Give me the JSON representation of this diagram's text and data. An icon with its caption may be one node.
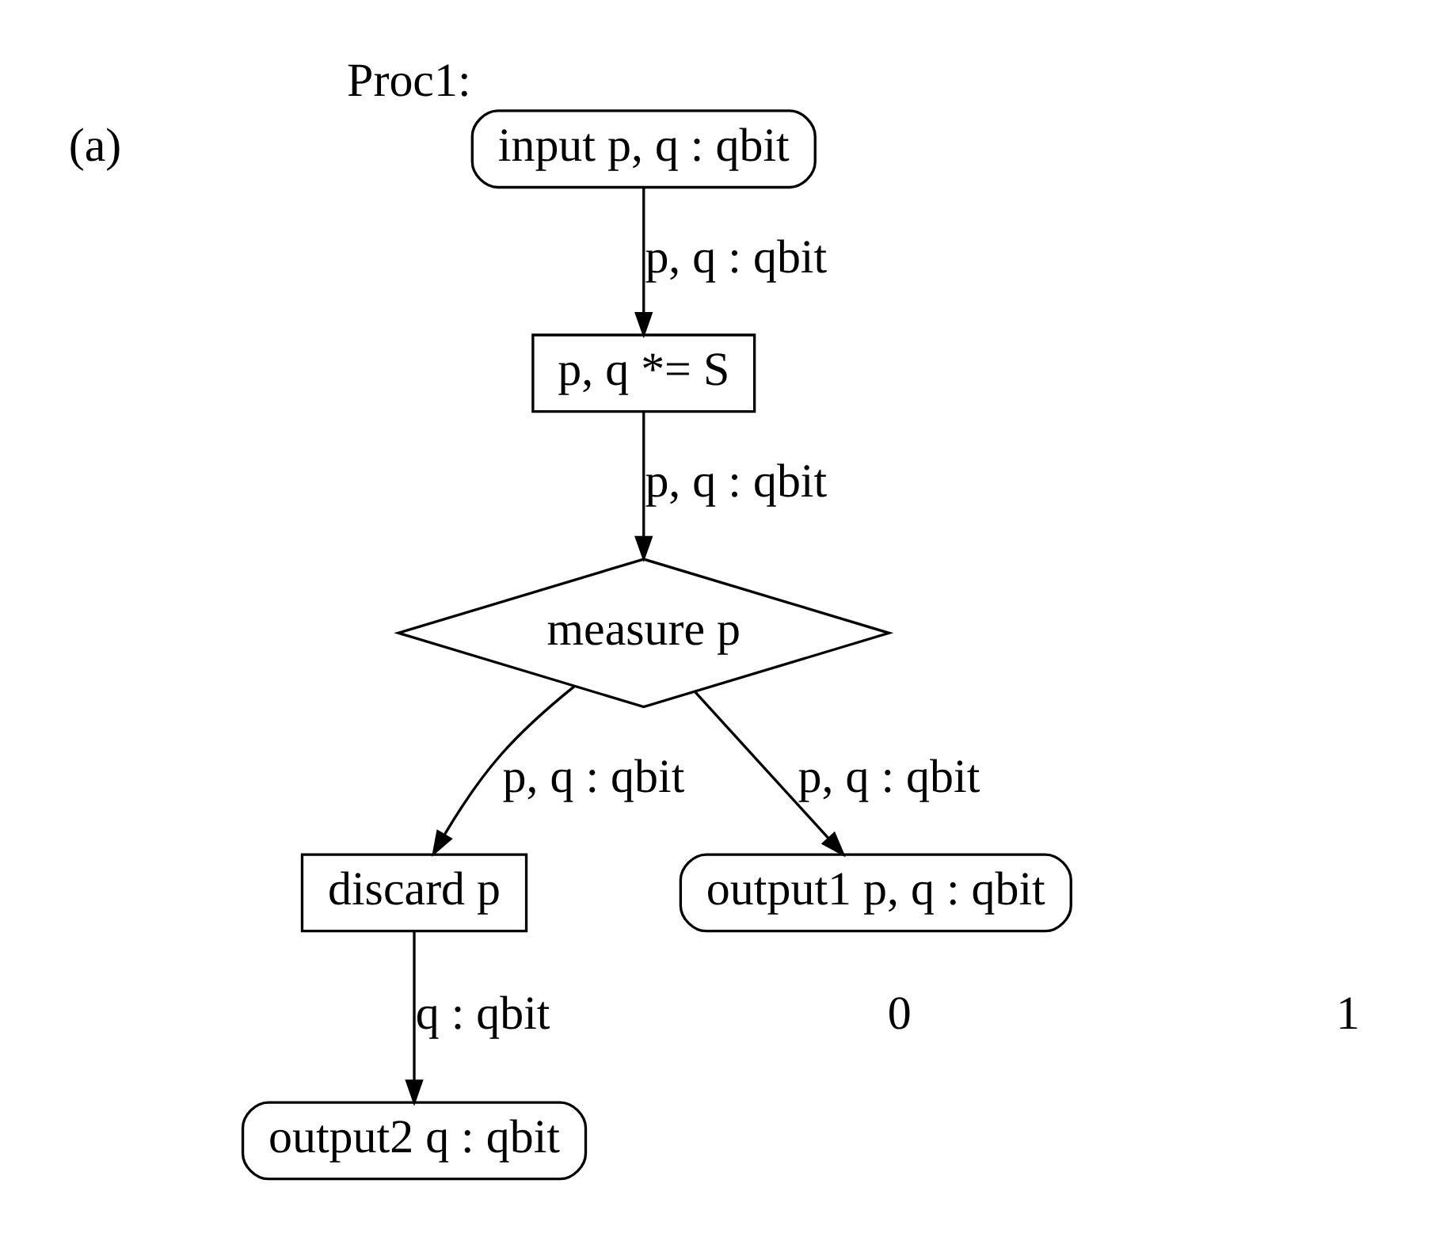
{
  "diagram": {
    "nodes": [
      {
        "text": [
          "input p, q : qbit"
        ],
        "beside": [
          "Proc1:"
        ]
      },
      {
        "text": [
          "p, q *= S"
        ]
      },
      {
        "text": [
          "measure p"
        ]
      },
      {
        "text": [
          "discard p"
        ]
      },
      {
        "text": [
          "output1 p, q : qbit"
        ]
      },
      {
        "text": [
          "output2 q : qbit"
        ]
      }
    ],
    "edges": [
      {
        "from": 0,
        "to": 1,
        "arrow": "to",
        "label": "p, q : qbit"
      },
      {
        "from": 1,
        "to": 2,
        "arrow": "to",
        "label": "p, q : qbit"
      },
      {
        "from": 2,
        "to": 4,
        "arrow": "to",
        "label": "p, q : qbit"
      },
      {
        "from": 2,
        "to": 3,
        "arrow": "to",
        "label": "p, q : qbit"
      },
      {
        "from": 3,
        "to": 5,
        "arrow": "to",
        "label": "q : qbit"
      }
    ],
    "labels": [
      "(a)",
      "0",
      "1"
    ]
  }
}
